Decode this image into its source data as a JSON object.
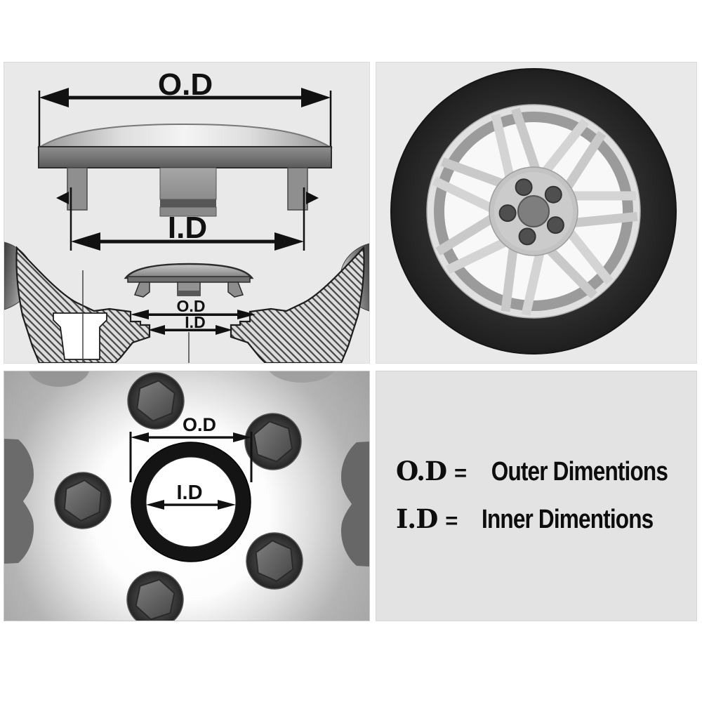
{
  "cap_diagram": {
    "od_label": "O.D",
    "id_label": "I.D"
  },
  "cross_section": {
    "od_label": "O.D",
    "id_label": "I.D"
  },
  "hub_closeup": {
    "od_label": "O.D",
    "id_label": "I.D"
  },
  "legend": {
    "rows": [
      {
        "abbr": "O.D",
        "eq": "=",
        "text": "Outer Dimentions"
      },
      {
        "abbr": "I.D",
        "eq": "=",
        "text": "Inner Dimentions"
      }
    ]
  },
  "colors": {
    "page_bg": "#ffffff",
    "panel_bg": "#e9e9e9",
    "legend_bg": "#e3e3e3",
    "ink": "#111111",
    "tire_black": "#2d2d2d",
    "rim_silver": "#cfcfcf",
    "hatch_line": "#454545",
    "ring_black": "#141414",
    "bore_white": "#ffffff"
  }
}
